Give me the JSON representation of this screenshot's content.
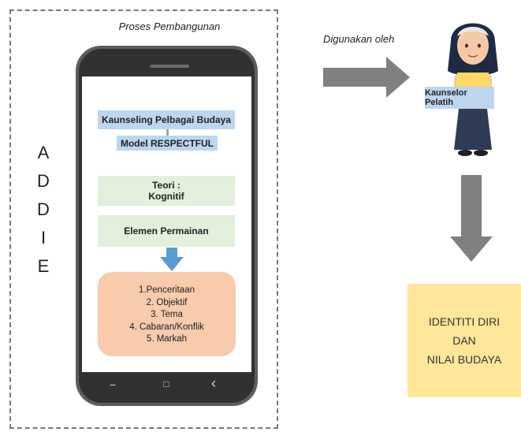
{
  "frame_caption": "Proses Pembangunan",
  "addie_letters": [
    "A",
    "D",
    "D",
    "I",
    "E"
  ],
  "screen": {
    "box1": "Kaunseling Pelbagai Budaya",
    "box2": "Model RESPECTFUL",
    "box3_line1": "Teori :",
    "box3_line2": "Kognitif",
    "box4": "Elemen Permainan",
    "elements": [
      "1.Penceritaan",
      "2. Objektif",
      "3. Tema",
      "4. Cabaran/Konflik",
      "5. Markah"
    ]
  },
  "phone_nav": {
    "back_glyph": "‹",
    "home_glyph": "□",
    "menu_glyph": "−"
  },
  "arrow_label": "Digunakan oleh",
  "counselor_label": "Kaunselor Pelatih",
  "identity": {
    "line1": "IDENTITI DIRI",
    "line2": "DAN",
    "line3": "NILAI BUDAYA"
  },
  "colors": {
    "blue_box": "#bcd6ee",
    "green_box": "#e2efda",
    "orange_box": "#f8cbad",
    "yellow_box": "#ffe699",
    "arrow_gray": "#808080",
    "arrow_blue": "#5b9bd5"
  },
  "icons": [
    "smartphone-icon",
    "right-arrow-icon",
    "down-arrow-icon",
    "counselor-figure-icon"
  ]
}
